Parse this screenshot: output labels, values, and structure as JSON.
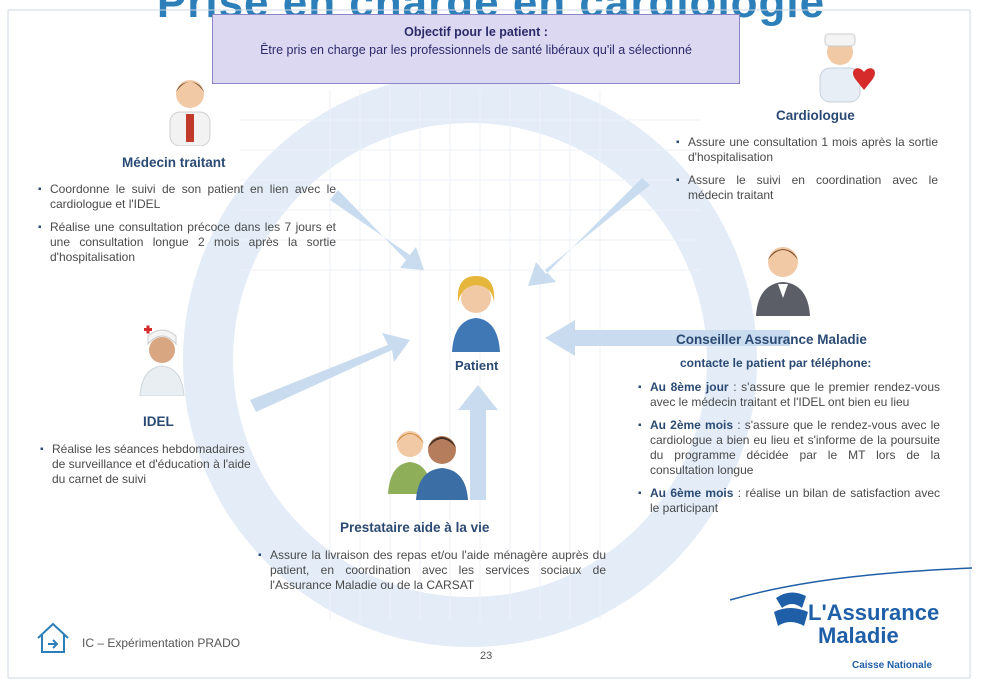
{
  "slide": {
    "title": "Prise en charge en cardiologie",
    "page_number": "23",
    "footer": "IC – Expérimentation PRADO"
  },
  "objective": {
    "title": "Objectif pour le patient :",
    "text": "Être pris en charge par les professionnels de santé libéraux qu'il a sélectionné"
  },
  "center": {
    "label": "Patient"
  },
  "roles": {
    "medecin": {
      "title": "Médecin traitant",
      "bullets": [
        "Coordonne le suivi de son patient en lien avec le cardiologue et l'IDEL",
        "Réalise une consultation précoce dans les 7 jours et une consultation longue 2 mois après la sortie d'hospitalisation"
      ]
    },
    "cardiologue": {
      "title": "Cardiologue",
      "bullets": [
        "Assure une consultation 1 mois après la sortie d'hospitalisation",
        "Assure le suivi en coordination avec le médecin traitant"
      ]
    },
    "conseiller": {
      "title": "Conseiller Assurance Maladie",
      "subtitle": "contacte le patient par téléphone:",
      "bullets": [
        {
          "lead": "Au 8ème jour",
          "text": " : s'assure que le premier rendez-vous avec le médecin traitant et l'IDEL ont bien eu lieu"
        },
        {
          "lead": "Au 2ème mois",
          "text": " : s'assure que le rendez-vous avec le cardiologue a bien eu lieu et s'informe de la poursuite du programme décidée par le MT lors de la consultation longue"
        },
        {
          "lead": "Au 6ème mois",
          "text": " : réalise un bilan de satisfaction avec le participant"
        }
      ]
    },
    "idel": {
      "title": "IDEL",
      "bullets": [
        "Réalise les séances hebdomadaires de surveillance et d'éducation à l'aide du carnet de suivi"
      ]
    },
    "prestataire": {
      "title": "Prestataire aide à la vie",
      "bullets": [
        "Assure la livraison des repas et/ou l'aide ménagère auprès du patient, en coordination avec les services sociaux de l'Assurance Maladie ou de la CARSAT"
      ]
    }
  },
  "logo": {
    "line1": "L'Assurance",
    "line2": "Maladie",
    "line3": "Caisse Nationale"
  },
  "icons": {
    "home": "home-icon",
    "doctor": "doctor-icon",
    "cardiologist": "cardiologist-icon",
    "advisor": "advisor-icon",
    "nurse": "nurse-icon",
    "helpers": "helpers-icon",
    "patient": "patient-icon"
  },
  "colors": {
    "heading": "#2b4a73",
    "title": "#2c7fb8",
    "objective_bg": "#dcd8f2",
    "arrow": "#c9dbef",
    "logo": "#1f5fa8"
  }
}
